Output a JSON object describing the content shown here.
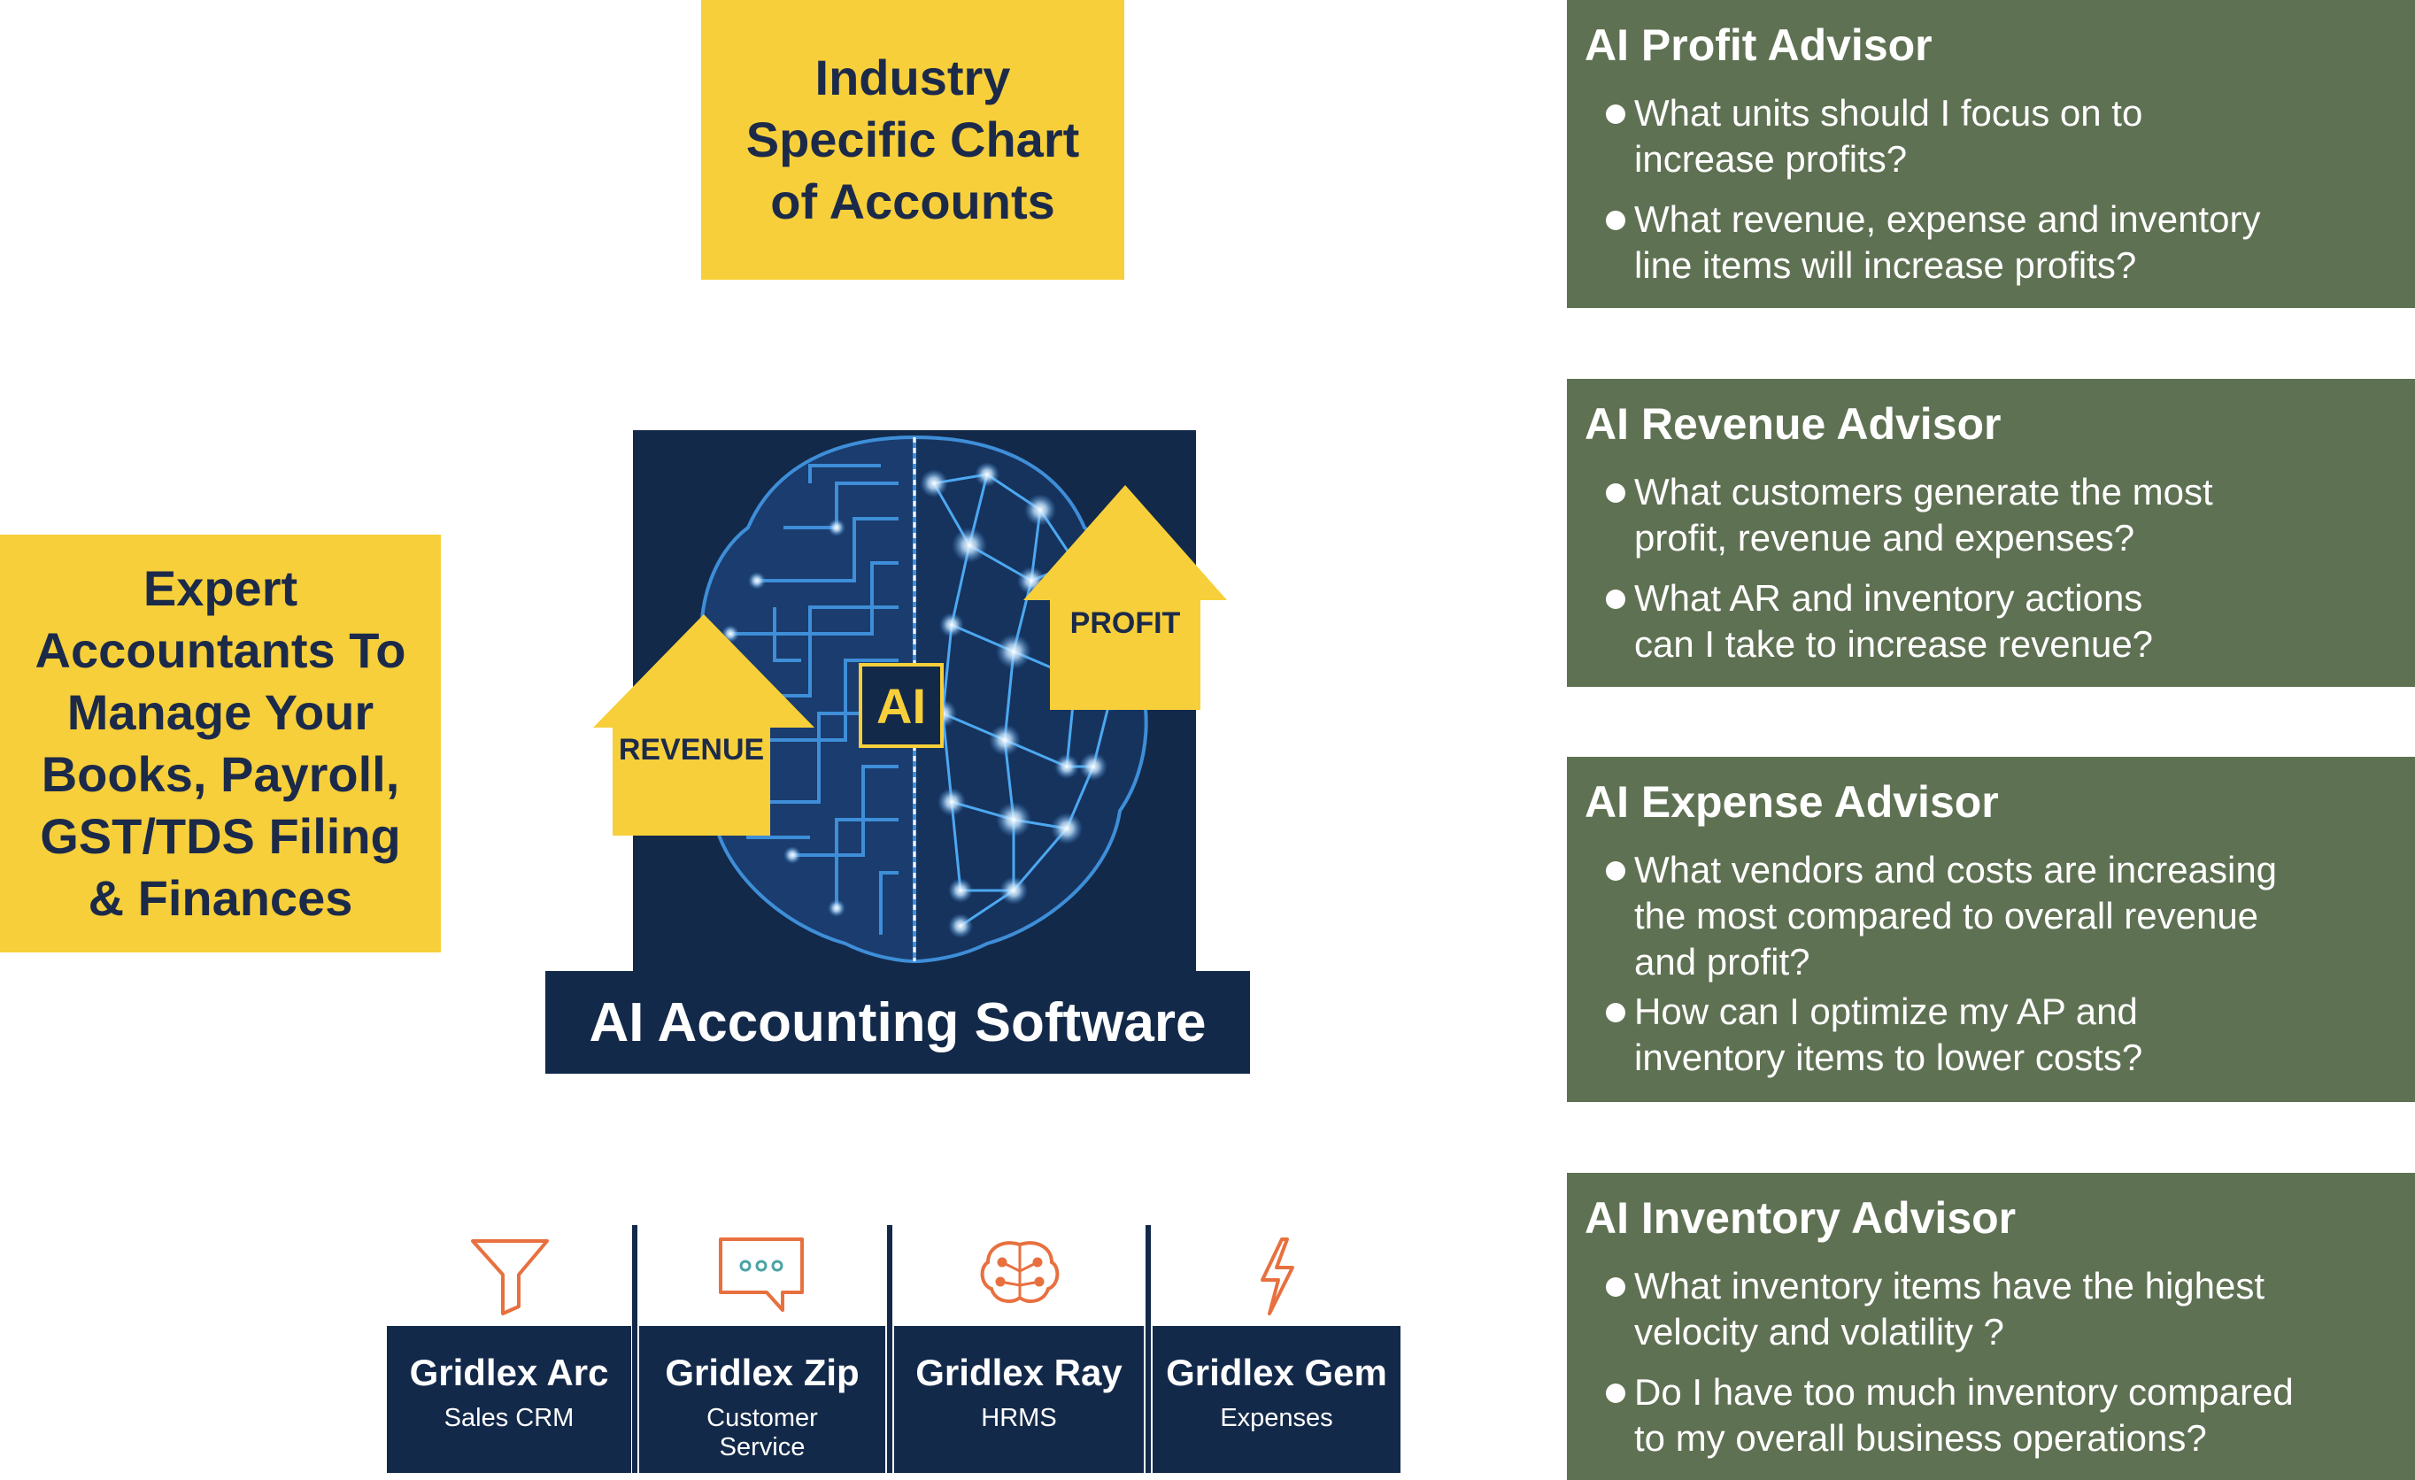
{
  "industry_box": {
    "text": "Industry Specific Chart of Accounts",
    "lines": [
      "Industry",
      "Specific Chart",
      "of Accounts"
    ]
  },
  "experts_box": {
    "lines": [
      "Expert",
      "Accountants To",
      "Manage Your",
      "Books, Payroll,",
      "GST/TDS Filing",
      "& Finances"
    ]
  },
  "center": {
    "revenue_label": "REVENUE",
    "profit_label": "PROFIT",
    "ai_badge": "AI",
    "software_title": "AI Accounting Software"
  },
  "advisors": [
    {
      "title": "AI Profit Advisor",
      "items": [
        [
          "What units should I focus on to",
          "increase profits?"
        ],
        [
          "What revenue, expense and inventory",
          "line items will increase profits?"
        ]
      ]
    },
    {
      "title": "AI Revenue Advisor",
      "items": [
        [
          "What customers generate the most",
          "profit, revenue and expenses?"
        ],
        [
          "What AR and inventory actions",
          "can I take to increase revenue?"
        ]
      ]
    },
    {
      "title": "AI Expense Advisor",
      "items": [
        [
          "What vendors and costs are increasing",
          "the most compared to overall revenue",
          "and profit?"
        ],
        [
          "How can I optimize my AP and",
          "inventory items to lower costs?"
        ]
      ]
    },
    {
      "title": "AI Inventory Advisor",
      "items": [
        [
          "What inventory items have the highest",
          "velocity and volatility ?"
        ],
        [
          "Do I have too much inventory compared",
          "to my overall business operations?"
        ]
      ]
    }
  ],
  "products": [
    {
      "name": "Gridlex Arc",
      "desc": [
        "Sales CRM"
      ],
      "icon": "funnel-icon"
    },
    {
      "name": "Gridlex Zip",
      "desc": [
        "Customer",
        "Service"
      ],
      "icon": "chat-bubble-icon"
    },
    {
      "name": "Gridlex Ray",
      "desc": [
        "HRMS"
      ],
      "icon": "brain-icon"
    },
    {
      "name": "Gridlex Gem",
      "desc": [
        "Expenses"
      ],
      "icon": "lightning-icon"
    }
  ],
  "colors": {
    "yellow": "#f7cf3a",
    "navy": "#13294a",
    "green": "#5f7153",
    "orange": "#e8703f",
    "teal": "#4aa3a6",
    "circuit_blue": "#3e8ed8"
  }
}
